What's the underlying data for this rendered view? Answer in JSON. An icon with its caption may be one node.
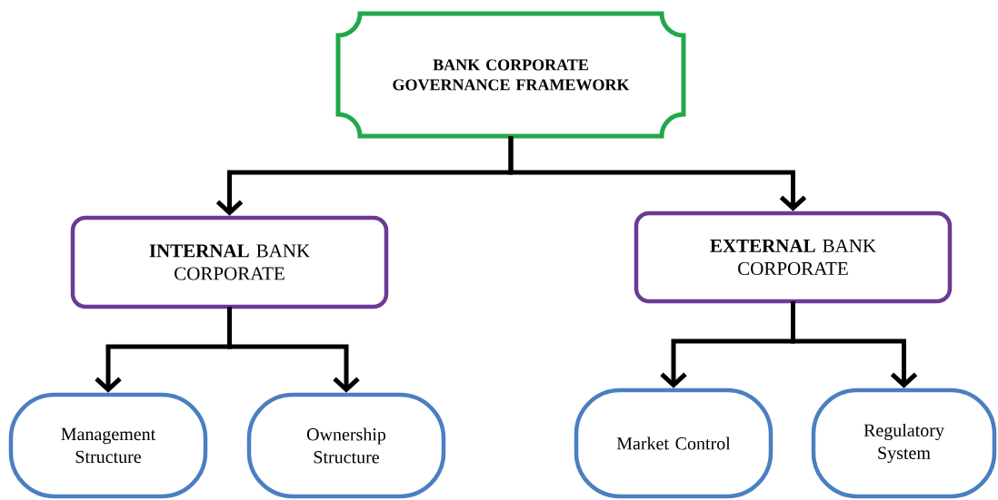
{
  "diagram": {
    "nodes": [
      {
        "text": [
          "BANK CORPORATE GOVERNANCE FRAMEWORK"
        ]
      },
      {
        "text": [
          "**INTERNAL** BANK CORPORATE"
        ]
      },
      {
        "text": [
          "**EXTERNAL** BANK CORPORATE"
        ]
      },
      {
        "text": [
          "Management Structure"
        ]
      },
      {
        "text": [
          "Ownership Structure"
        ]
      },
      {
        "text": [
          "Market Control"
        ]
      },
      {
        "text": [
          "Regulatory System"
        ]
      }
    ],
    "edges": [
      {
        "from": 0,
        "to": 1,
        "arrow": "to"
      },
      {
        "from": 0,
        "to": 2,
        "arrow": "to"
      },
      {
        "from": 1,
        "to": 3,
        "arrow": "to"
      },
      {
        "from": 1,
        "to": 4,
        "arrow": "to"
      },
      {
        "from": 2,
        "to": 5,
        "arrow": "to"
      },
      {
        "from": 2,
        "to": 6,
        "arrow": "to"
      }
    ]
  }
}
